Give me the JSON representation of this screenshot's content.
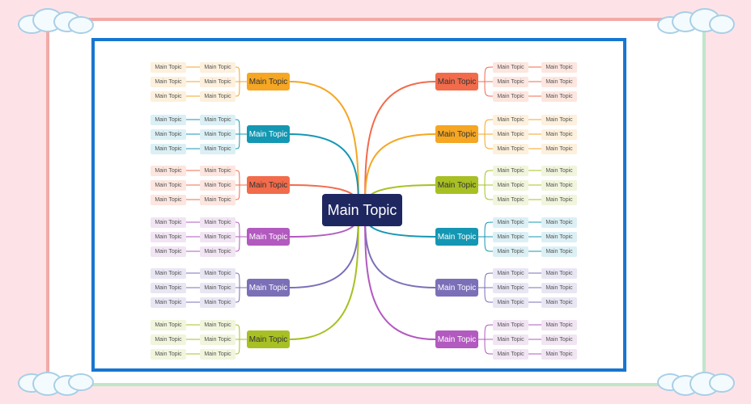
{
  "colors": {
    "background": "#fde3e8",
    "frame": "#1876d0",
    "center": "#1e2760"
  },
  "center_topic": {
    "label": "Main Topic"
  },
  "left_branches": [
    {
      "label": "Main Topic",
      "color": "#f5a623",
      "tint": "#fdf0dc",
      "text": "#333333",
      "leaves": [
        [
          "Main Topic",
          "Main Topic"
        ],
        [
          "Main Topic",
          "Main Topic"
        ],
        [
          "Main Topic",
          "Main Topic"
        ]
      ]
    },
    {
      "label": "Main Topic",
      "color": "#1497b3",
      "tint": "#dbf0f5",
      "text": "#ffffff",
      "leaves": [
        [
          "Main Topic",
          "Main Topic"
        ],
        [
          "Main Topic",
          "Main Topic"
        ],
        [
          "Main Topic",
          "Main Topic"
        ]
      ]
    },
    {
      "label": "Main Topic",
      "color": "#f26b4b",
      "tint": "#fde6df",
      "text": "#333333",
      "leaves": [
        [
          "Main Topic",
          "Main Topic"
        ],
        [
          "Main Topic",
          "Main Topic"
        ],
        [
          "Main Topic",
          "Main Topic"
        ]
      ]
    },
    {
      "label": "Main Topic",
      "color": "#b25abf",
      "tint": "#f1e4f3",
      "text": "#ffffff",
      "leaves": [
        [
          "Main Topic",
          "Main Topic"
        ],
        [
          "Main Topic",
          "Main Topic"
        ],
        [
          "Main Topic",
          "Main Topic"
        ]
      ]
    },
    {
      "label": "Main Topic",
      "color": "#7b6fb8",
      "tint": "#e9e6f4",
      "text": "#ffffff",
      "leaves": [
        [
          "Main Topic",
          "Main Topic"
        ],
        [
          "Main Topic",
          "Main Topic"
        ],
        [
          "Main Topic",
          "Main Topic"
        ]
      ]
    },
    {
      "label": "Main Topic",
      "color": "#a8c023",
      "tint": "#f1f5dc",
      "text": "#333333",
      "leaves": [
        [
          "Main Topic",
          "Main Topic"
        ],
        [
          "Main Topic",
          "Main Topic"
        ],
        [
          "Main Topic",
          "Main Topic"
        ]
      ]
    }
  ],
  "right_branches": [
    {
      "label": "Main Topic",
      "color": "#f26b4b",
      "tint": "#fde6df",
      "text": "#333333",
      "leaves": [
        [
          "Main Topic",
          "Main Topic"
        ],
        [
          "Main Topic",
          "Main Topic"
        ],
        [
          "Main Topic",
          "Main Topic"
        ]
      ]
    },
    {
      "label": "Main Topic",
      "color": "#f5a623",
      "tint": "#fdf0dc",
      "text": "#333333",
      "leaves": [
        [
          "Main Topic",
          "Main Topic"
        ],
        [
          "Main Topic",
          "Main Topic"
        ],
        [
          "Main Topic",
          "Main Topic"
        ]
      ]
    },
    {
      "label": "Main Topic",
      "color": "#a8c023",
      "tint": "#f1f5dc",
      "text": "#333333",
      "leaves": [
        [
          "Main Topic",
          "Main Topic"
        ],
        [
          "Main Topic",
          "Main Topic"
        ],
        [
          "Main Topic",
          "Main Topic"
        ]
      ]
    },
    {
      "label": "Main Topic",
      "color": "#1497b3",
      "tint": "#dbf0f5",
      "text": "#ffffff",
      "leaves": [
        [
          "Main Topic",
          "Main Topic"
        ],
        [
          "Main Topic",
          "Main Topic"
        ],
        [
          "Main Topic",
          "Main Topic"
        ]
      ]
    },
    {
      "label": "Main Topic",
      "color": "#7b6fb8",
      "tint": "#e9e6f4",
      "text": "#ffffff",
      "leaves": [
        [
          "Main Topic",
          "Main Topic"
        ],
        [
          "Main Topic",
          "Main Topic"
        ],
        [
          "Main Topic",
          "Main Topic"
        ]
      ]
    },
    {
      "label": "Main Topic",
      "color": "#b25abf",
      "tint": "#f1e4f3",
      "text": "#ffffff",
      "leaves": [
        [
          "Main Topic",
          "Main Topic"
        ],
        [
          "Main Topic",
          "Main Topic"
        ],
        [
          "Main Topic",
          "Main Topic"
        ]
      ]
    }
  ]
}
